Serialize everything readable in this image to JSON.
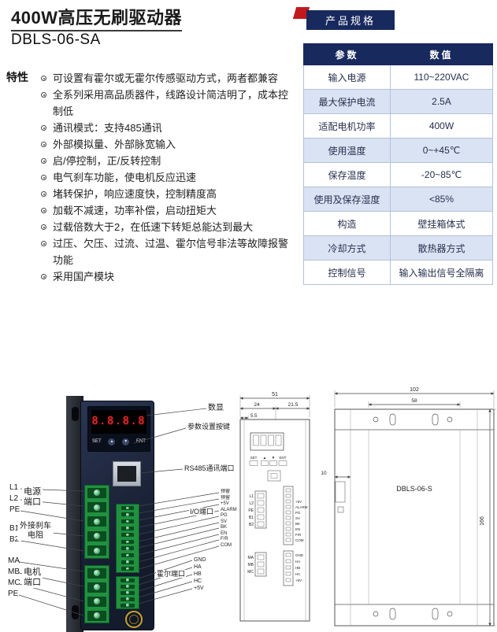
{
  "header": {
    "title": "400W高压无刷驱动器",
    "model": "DBLS-06-SA",
    "spec_badge": "产品规格"
  },
  "features": {
    "heading": "特性",
    "items": [
      "可设置有霍尔或无霍尔传感驱动方式，两者都兼容",
      "全系列采用高品质器件，线路设计简洁明了，成本控制低",
      "通讯模式：支持485通讯",
      "外部模拟量、外部脉宽输入",
      "启/停控制，正/反转控制",
      "电气刹车功能，使电机反应迅速",
      "堵转保护，响应速度快，控制精度高",
      "加载不减速，功率补偿，启动扭矩大",
      "过载倍数大于2，在低速下转矩总能达到最大",
      "过压、欠压、过流、过温、霍尔信号非法等故障报警功能",
      "采用国产模块"
    ]
  },
  "specs": {
    "col_param": "参数",
    "col_value": "数值",
    "rows": [
      {
        "param": "输入电源",
        "value": "110~220VAC"
      },
      {
        "param": "最大保护电流",
        "value": "2.5A"
      },
      {
        "param": "适配电机功率",
        "value": "400W"
      },
      {
        "param": "使用温度",
        "value": "0~+45℃"
      },
      {
        "param": "保存温度",
        "value": "-20~85℃"
      },
      {
        "param": "使用及保存湿度",
        "value": "<85%"
      },
      {
        "param": "构造",
        "value": "壁挂箱体式"
      },
      {
        "param": "冷却方式",
        "value": "散热器方式"
      },
      {
        "param": "控制信号",
        "value": "输入输出信号全隔离"
      }
    ]
  },
  "device": {
    "display_digits": "8.8.8.8",
    "keys": {
      "set": "SET",
      "up": "▲",
      "down": "▼",
      "ent": "ENT"
    },
    "callouts": {
      "display": "数显",
      "keys": "参数设置按键",
      "rs485": "RS485通讯端口",
      "io": "I/O端口",
      "hall": "霍尔端口",
      "power": "电源端口",
      "brake": "外接刹车电阻",
      "motor": "电机端口"
    },
    "power_pins": [
      "L1",
      "L2",
      "PE"
    ],
    "brake_pins": [
      "B1",
      "B2"
    ],
    "motor_pins": [
      "MA",
      "MB",
      "MC",
      "PE"
    ],
    "io_pins": [
      "预留",
      "预留",
      "+5V",
      "ALARM",
      "PG",
      "SV",
      "BK",
      "EN",
      "F/R",
      "COM"
    ],
    "hall_pins": [
      "GND",
      "HA",
      "HB",
      "HC",
      "+5V"
    ]
  },
  "front_view": {
    "dim_width": "51",
    "dim_left": "24",
    "dim_right": "21.5",
    "dim_offset": "5.5",
    "keys": [
      "SET",
      "▲",
      "▼",
      "ENT"
    ],
    "upper_left_pins": [
      "L1",
      "L2",
      "PE",
      "B1",
      "B2"
    ],
    "upper_right_pins": [
      "+5V",
      "ALARM",
      "PG",
      "SV",
      "BK",
      "EN",
      "F/R",
      "COM"
    ],
    "lower_left_pins": [
      "MA",
      "MB",
      "MC"
    ],
    "lower_right_pins": [
      "GND",
      "HA",
      "HB",
      "HC",
      "+5V"
    ]
  },
  "side_view": {
    "dim_width": "102",
    "dim_inner": "58",
    "dim_flange": "10",
    "dim_height": "166",
    "label": "DBLS-06-S"
  }
}
